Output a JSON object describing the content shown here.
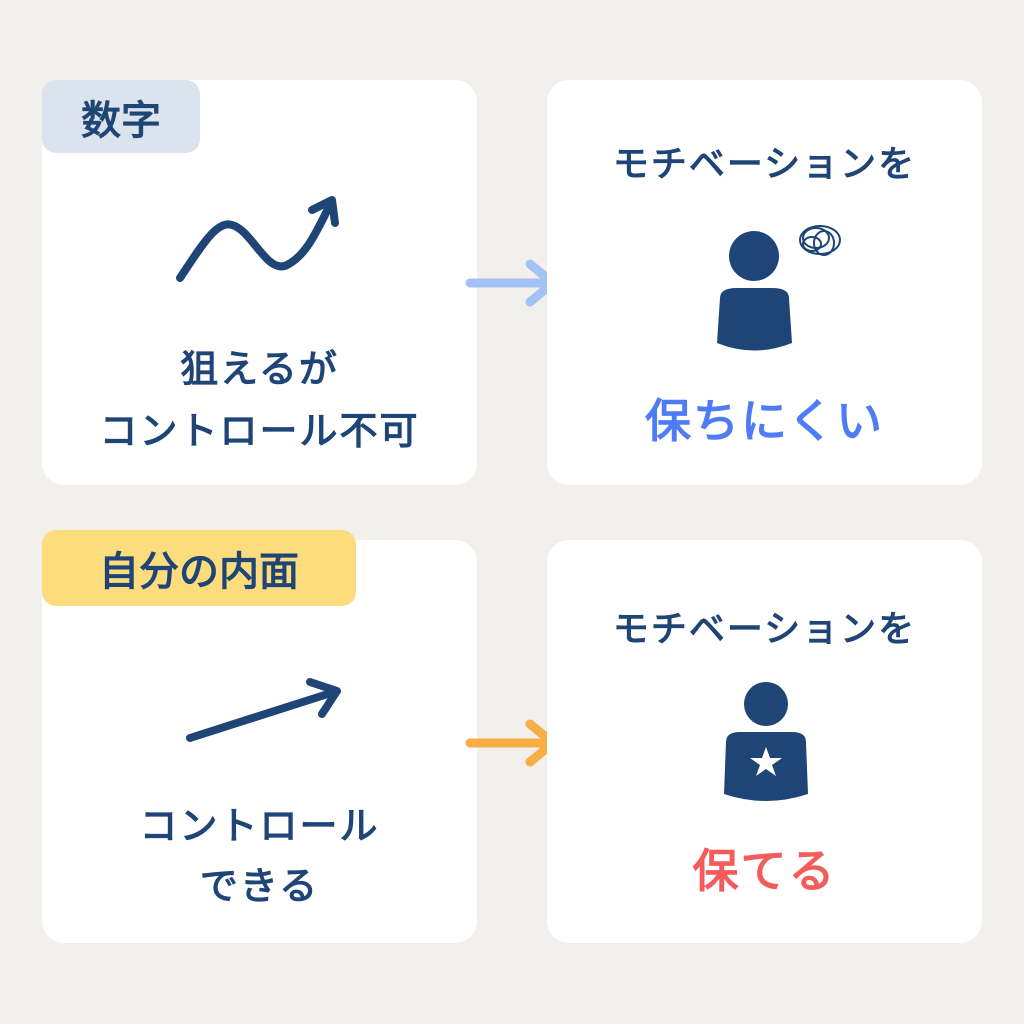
{
  "colors": {
    "navy": "#1f4576",
    "blue_accent": "#4f7cf6",
    "red_accent": "#f45b5b",
    "arrow_blue": "#a4c2f4",
    "arrow_orange": "#f9ad45"
  },
  "top": {
    "tag": "数字",
    "left_line1": "狙えるが",
    "left_line2": "コントロール不可",
    "right_heading": "モチベーションを",
    "right_result": "保ちにくい"
  },
  "bottom": {
    "tag": "自分の内面",
    "left_line1": "コントロール",
    "left_line2": "できる",
    "right_heading": "モチベーションを",
    "right_result": "保てる"
  }
}
